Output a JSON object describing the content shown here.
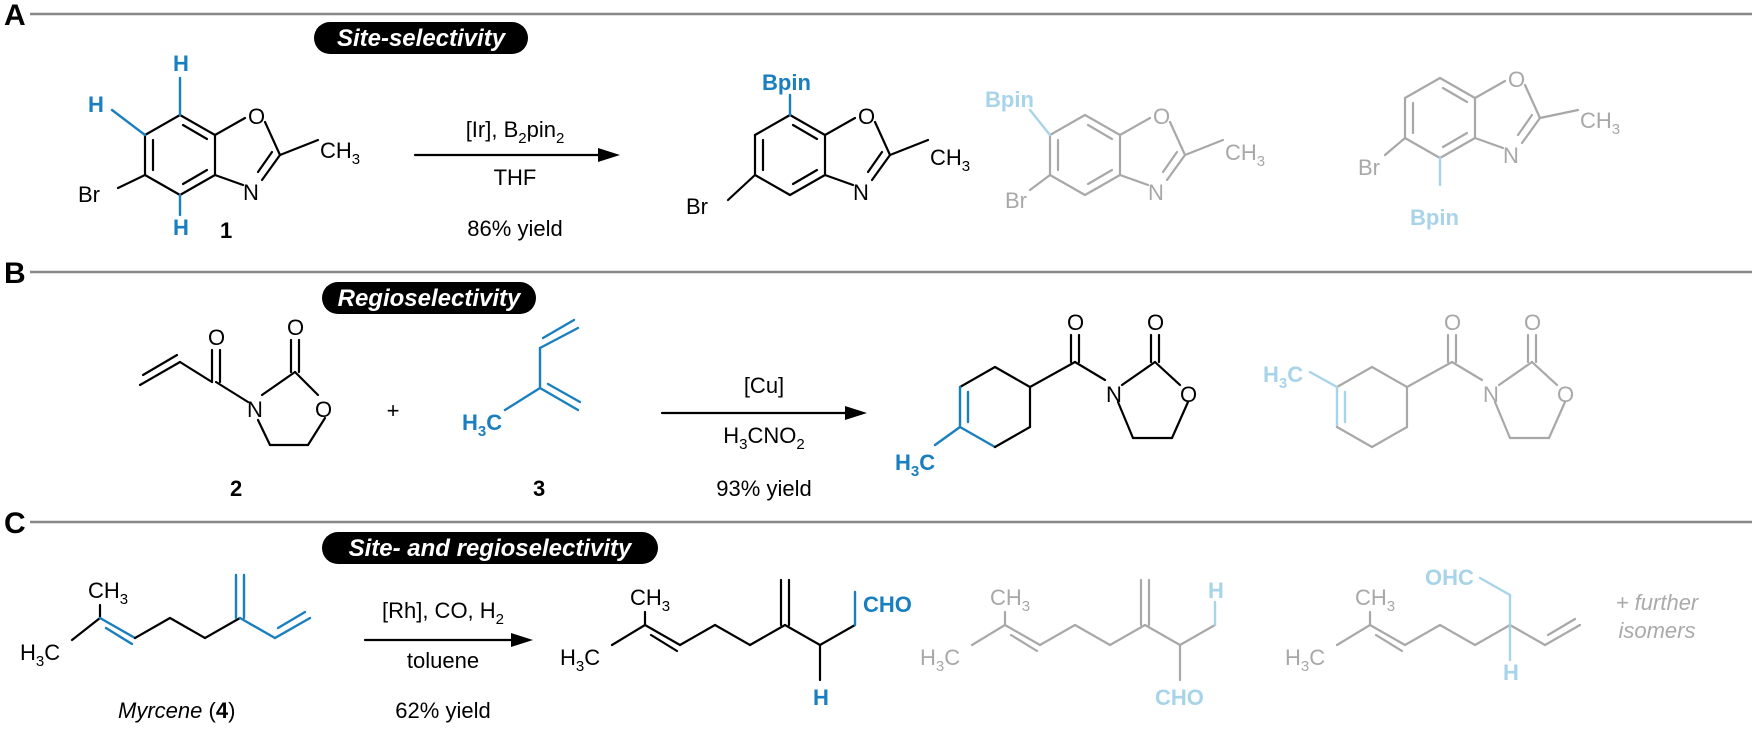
{
  "sections": {
    "A": {
      "letter": "A",
      "tag": "Site-selectivity"
    },
    "B": {
      "letter": "B",
      "tag": "Regioselectivity"
    },
    "C": {
      "letter": "C",
      "tag": "Site- and regioselectivity"
    }
  },
  "colors": {
    "blue": "#1a7fbf",
    "light_blue": "#a8d4ea",
    "gray": "#a8a8a8",
    "black": "#000000"
  },
  "a": {
    "sm": {
      "h_top": "H",
      "h_left": "H",
      "h_bot": "H",
      "br": "Br",
      "o": "O",
      "n": "N",
      "ch3": "CH",
      "ch3_sub": "3",
      "num": "1"
    },
    "cond": {
      "line1a": "[Ir], B",
      "line1_sub": "2",
      "line1b": "pin",
      "line1_sub2": "2",
      "line2": "THF",
      "yield": "86% yield"
    },
    "prod": {
      "bpin": "Bpin",
      "br": "Br",
      "o": "O",
      "n": "N",
      "ch3": "CH",
      "ch3_sub": "3"
    },
    "iso1": {
      "bpin": "Bpin",
      "br": "Br",
      "o": "O",
      "n": "N",
      "ch3": "CH",
      "ch3_sub": "3"
    },
    "iso2": {
      "bpin": "Bpin",
      "br": "Br",
      "o": "O",
      "n": "N",
      "ch3": "CH",
      "ch3_sub": "3"
    }
  },
  "b": {
    "sm2": {
      "o1": "O",
      "o2": "O",
      "n": "N",
      "o_ring": "O",
      "num": "2"
    },
    "plus": "+",
    "sm3": {
      "h3c": "H",
      "h3c_sub": "3",
      "h3c_c": "C",
      "num": "3"
    },
    "cond": {
      "line1": "[Cu]",
      "line2a": "H",
      "line2_sub": "3",
      "line2b": "CNO",
      "line2_sub2": "2",
      "yield": "93% yield"
    },
    "prod": {
      "h3c": "H",
      "h3c_sub": "3",
      "h3c_c": "C",
      "o1": "O",
      "o2": "O",
      "n": "N",
      "o_ring": "O"
    },
    "iso": {
      "h3c": "H",
      "h3c_sub": "3",
      "h3c_c": "C",
      "o1": "O",
      "o2": "O",
      "n": "N",
      "o_ring": "O"
    }
  },
  "c": {
    "sm": {
      "ch3": "CH",
      "ch3_sub": "3",
      "h3c": "H",
      "h3c_sub": "3",
      "h3c_c": "C",
      "name": "Myrcene",
      "num_open": " (",
      "num": "4",
      "num_close": ")"
    },
    "cond": {
      "line1a": "[Rh], CO, H",
      "line1_sub": "2",
      "line2": "toluene",
      "yield": "62% yield"
    },
    "prod": {
      "ch3": "CH",
      "ch3_sub": "3",
      "h3c": "H",
      "h3c_sub": "3",
      "h3c_c": "C",
      "cho": "CHO",
      "h": "H"
    },
    "iso1": {
      "ch3": "CH",
      "ch3_sub": "3",
      "h3c": "H",
      "h3c_sub": "3",
      "h3c_c": "C",
      "h": "H",
      "cho": "CHO"
    },
    "iso2": {
      "ch3": "CH",
      "ch3_sub": "3",
      "h3c": "H",
      "h3c_sub": "3",
      "h3c_c": "C",
      "ohc": "OHC",
      "h": "H"
    },
    "further1": "+ further",
    "further2": "isomers"
  }
}
